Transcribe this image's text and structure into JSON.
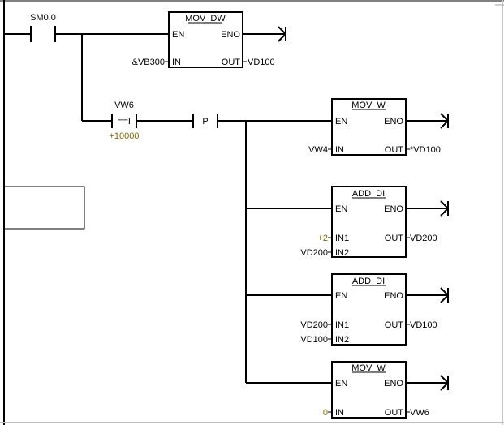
{
  "network": {
    "contact_sm": {
      "address": "SM0.0"
    },
    "compare": {
      "operand1": "VW6",
      "operator": "==I",
      "operand2": "+10000"
    },
    "edge": {
      "label": "P"
    },
    "blocks": {
      "mov_dw": {
        "title": "MOV_DW",
        "en": "EN",
        "eno": "ENO",
        "in_label": "IN",
        "out_label": "OUT",
        "in_value": "&VB300",
        "out_value": "VD100"
      },
      "mov_w1": {
        "title": "MOV_W",
        "en": "EN",
        "eno": "ENO",
        "in_label": "IN",
        "out_label": "OUT",
        "in_value": "VW4",
        "out_value": "*VD100"
      },
      "add_di1": {
        "title": "ADD_DI",
        "en": "EN",
        "eno": "ENO",
        "in1_label": "IN1",
        "in2_label": "IN2",
        "out_label": "OUT",
        "in1_value": "+2",
        "in2_value": "VD200",
        "out_value": "VD200"
      },
      "add_di2": {
        "title": "ADD_DI",
        "en": "EN",
        "eno": "ENO",
        "in1_label": "IN1",
        "in2_label": "IN2",
        "out_label": "OUT",
        "in1_value": "VD200",
        "in2_value": "VD100",
        "out_value": "VD100"
      },
      "mov_w2": {
        "title": "MOV_W",
        "en": "EN",
        "eno": "ENO",
        "in_label": "IN",
        "out_label": "OUT",
        "in_value": "0",
        "out_value": "VW6"
      }
    }
  },
  "colors": {
    "constant": "#7a6a00",
    "line": "#000000",
    "background": "#ffffff"
  }
}
